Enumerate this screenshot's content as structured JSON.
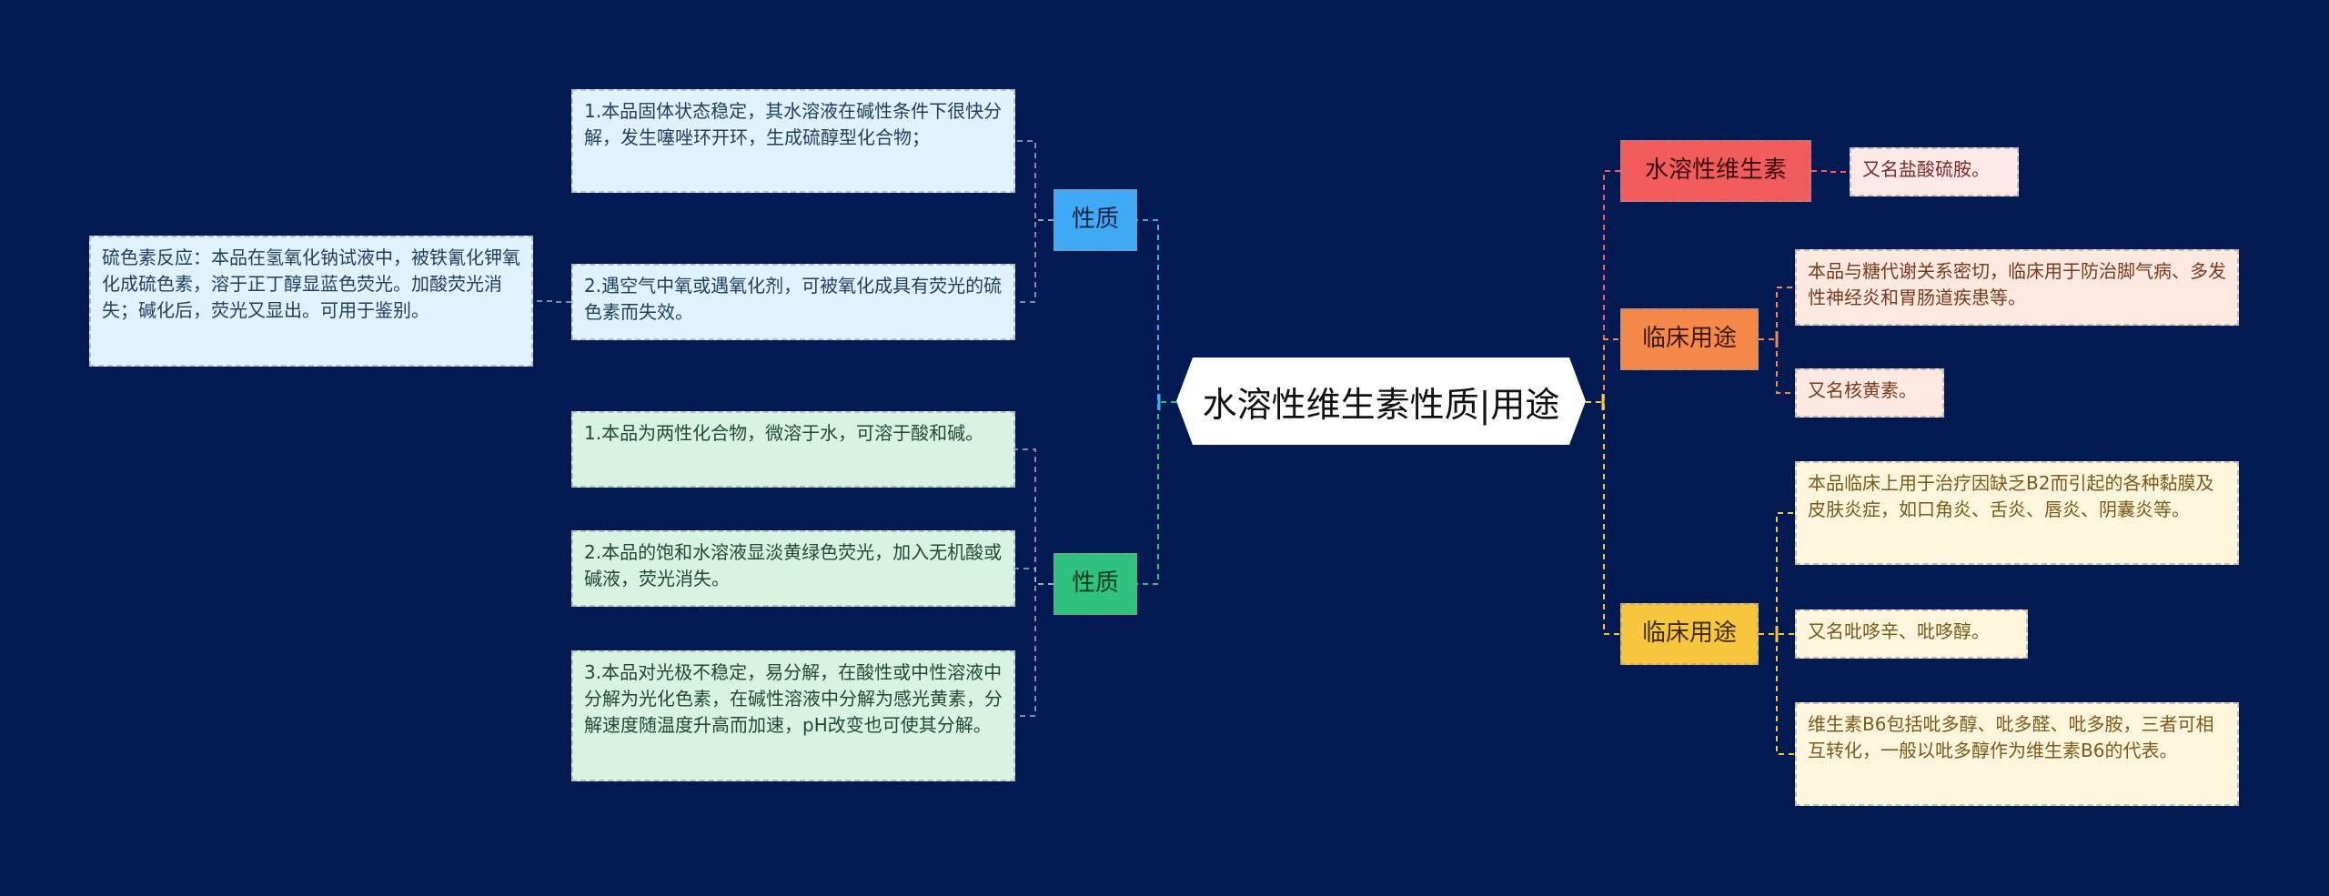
{
  "center": {
    "label": "水溶性维生素性质|用途"
  },
  "left": [
    {
      "label": "性质",
      "color": "#3fa9f5",
      "items": [
        {
          "text": "1.本品固体状态稳定，其水溶液在碱性条件下很快分解，发生噻唑环开环，生成硫醇型化合物；"
        },
        {
          "text": "2.遇空气中氧或遇氧化剂，可被氧化成具有荧光的硫色素而失效。",
          "child": "硫色素反应：本品在氢氧化钠试液中，被铁氰化钾氧化成硫色素，溶于正丁醇显蓝色荧光。加酸荧光消失；碱化后，荧光又显出。可用于鉴别。"
        }
      ]
    },
    {
      "label": "性质",
      "color": "#2ec27e",
      "items": [
        {
          "text": "1.本品为两性化合物，微溶于水，可溶于酸和碱。"
        },
        {
          "text": "2.本品的饱和水溶液显淡黄绿色荧光，加入无机酸或碱液，荧光消失。"
        },
        {
          "text": "3.本品对光极不稳定，易分解，在酸性或中性溶液中分解为光化色素，在碱性溶液中分解为感光黄素，分解速度随温度升高而加速，pH改变也可使其分解。"
        }
      ]
    }
  ],
  "right": [
    {
      "label": "水溶性维生素",
      "color": "#f25c5c",
      "items": [
        {
          "text": "又名盐酸硫胺。"
        }
      ]
    },
    {
      "label": "临床用途",
      "color": "#f5894a",
      "items": [
        {
          "text": "本品与糖代谢关系密切，临床用于防治脚气病、多发性神经炎和胃肠道疾患等。"
        },
        {
          "text": "又名核黄素。"
        }
      ]
    },
    {
      "label": "临床用途",
      "color": "#f7c63c",
      "items": [
        {
          "text": "本品临床上用于治疗因缺乏B2而引起的各种黏膜及皮肤炎症，如口角炎、舌炎、唇炎、阴囊炎等。"
        },
        {
          "text": "又名吡哆辛、吡哆醇。"
        },
        {
          "text": "维生素B6包括吡多醇、吡多醛、吡多胺，三者可相互转化，一般以吡多醇作为维生素B6的代表。"
        }
      ]
    }
  ]
}
